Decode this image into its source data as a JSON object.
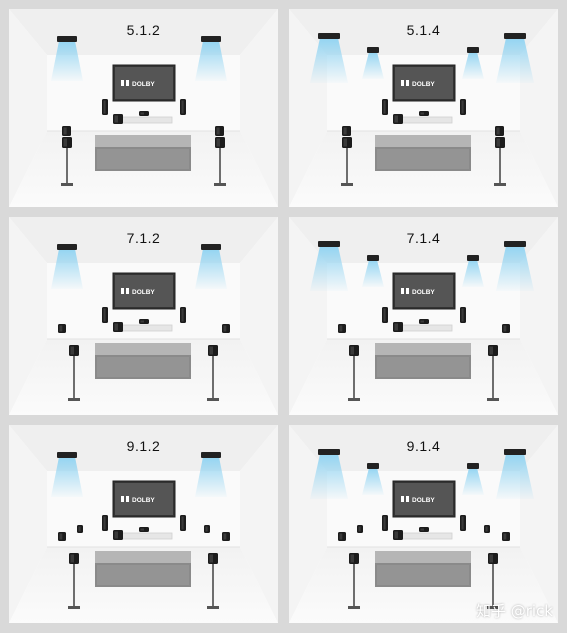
{
  "panels": [
    {
      "label": "5.1.2",
      "ceiling": 2,
      "surround_back": 0,
      "wides": 0
    },
    {
      "label": "5.1.4",
      "ceiling": 4,
      "surround_back": 0,
      "wides": 0
    },
    {
      "label": "7.1.2",
      "ceiling": 2,
      "surround_back": 2,
      "wides": 0
    },
    {
      "label": "7.1.4",
      "ceiling": 4,
      "surround_back": 2,
      "wides": 0
    },
    {
      "label": "9.1.2",
      "ceiling": 2,
      "surround_back": 2,
      "wides": 2
    },
    {
      "label": "9.1.4",
      "ceiling": 4,
      "surround_back": 2,
      "wides": 2
    }
  ],
  "screen_logo": "DOLBY",
  "watermark": "知乎 @rick",
  "colors": {
    "background": "#d9d9d9",
    "ceiling_light": "#8fd3f2",
    "speaker": "#1a1a1a",
    "sofa": "#8a8a8a"
  }
}
